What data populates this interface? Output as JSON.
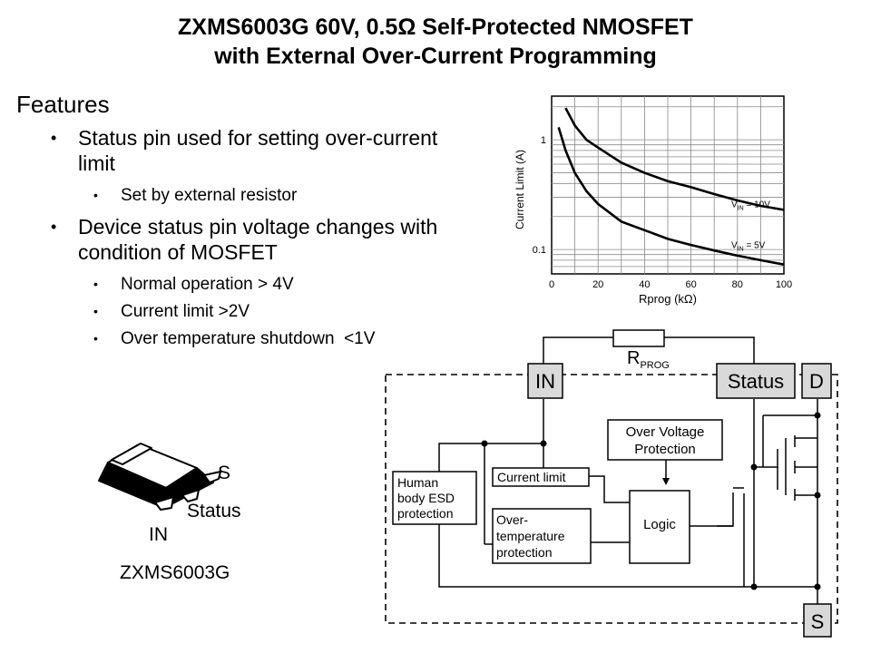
{
  "slide": {
    "title_line1": "ZXMS6003G 60V, 0.5Ω Self-Protected NMOSFET",
    "title_line2": "with External Over-Current Programming",
    "heading": "Features",
    "bullets": [
      {
        "text": "Status pin used for setting over-current limit",
        "sub": [
          "Set by external resistor"
        ]
      },
      {
        "text": "Device status pin voltage changes with condition of MOSFET",
        "sub": [
          "Normal operation > 4V",
          "Current limit >2V",
          "Over temperature shutdown  <1V"
        ]
      }
    ]
  },
  "chart_data": {
    "type": "line",
    "ylabel": "Current Limit (A)",
    "xlabel": "Rprog (kΩ)",
    "xlim": [
      0,
      100
    ],
    "ylim": [
      0.06,
      2.5
    ],
    "yscale": "log",
    "grid": true,
    "x_ticks": [
      "0",
      "20",
      "40",
      "60",
      "80",
      "100"
    ],
    "y_ticks": [
      "1",
      "0.1"
    ],
    "series": [
      {
        "name": "VIN = 10V",
        "label_main": "V",
        "label_sub": "IN",
        "label_rest": "= 10V",
        "x": [
          6,
          10,
          15,
          20,
          30,
          40,
          50,
          60,
          70,
          80,
          90,
          100
        ],
        "y": [
          1.95,
          1.35,
          1.0,
          0.85,
          0.62,
          0.5,
          0.42,
          0.37,
          0.32,
          0.28,
          0.25,
          0.23
        ]
      },
      {
        "name": "VIN = 5V",
        "label_main": "V",
        "label_sub": "IN",
        "label_rest": "= 5V",
        "x": [
          3,
          6,
          10,
          15,
          20,
          30,
          40,
          50,
          60,
          70,
          80,
          90,
          100
        ],
        "y": [
          1.3,
          0.8,
          0.5,
          0.34,
          0.26,
          0.18,
          0.15,
          0.125,
          0.11,
          0.098,
          0.088,
          0.08,
          0.073
        ]
      }
    ]
  },
  "circuit": {
    "rprog_main": "R",
    "rprog_sub": "PROG",
    "pin_in": "IN",
    "pin_status": "Status",
    "pin_d": "D",
    "pin_s": "S",
    "ovp_line1": "Over Voltage",
    "ovp_line2": "Protection",
    "current_limit": "Current limit",
    "esd_lines": [
      "Human",
      "body ESD",
      "protection"
    ],
    "ot_lines": [
      "Over-",
      "temperature",
      "protection"
    ],
    "logic": "Logic"
  },
  "package": {
    "pin_s": "S",
    "pin_status": "Status",
    "pin_in": "IN",
    "part_number": "ZXMS6003G"
  }
}
